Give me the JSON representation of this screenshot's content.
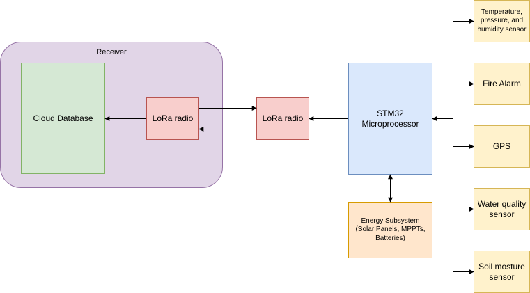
{
  "receiver": {
    "label": "Receiver"
  },
  "cloud_database": {
    "label": "Cloud Database"
  },
  "lora_receiver": {
    "label": "LoRa radio"
  },
  "lora_transmitter": {
    "label": "LoRa radio"
  },
  "microprocessor": {
    "label": "STM32\nMicroprocessor"
  },
  "energy": {
    "label": "Energy Subsystem\n(Solar Panels, MPPTs,\nBatteries)"
  },
  "sensors": [
    {
      "label": "Temperature,\npressure, and\nhumidity sensor"
    },
    {
      "label": "Fire Alarm"
    },
    {
      "label": "GPS"
    },
    {
      "label": "Water quality\nsensor"
    },
    {
      "label": "Soil mosture\nsensor"
    }
  ],
  "colors": {
    "receiver_fill": "#e1d5e7",
    "cloud_fill": "#d5e8d4",
    "lora_fill": "#f8cecc",
    "micro_fill": "#dae8fc",
    "energy_fill": "#ffe6cc",
    "sensor_fill": "#fff2cc",
    "line": "#000000"
  }
}
